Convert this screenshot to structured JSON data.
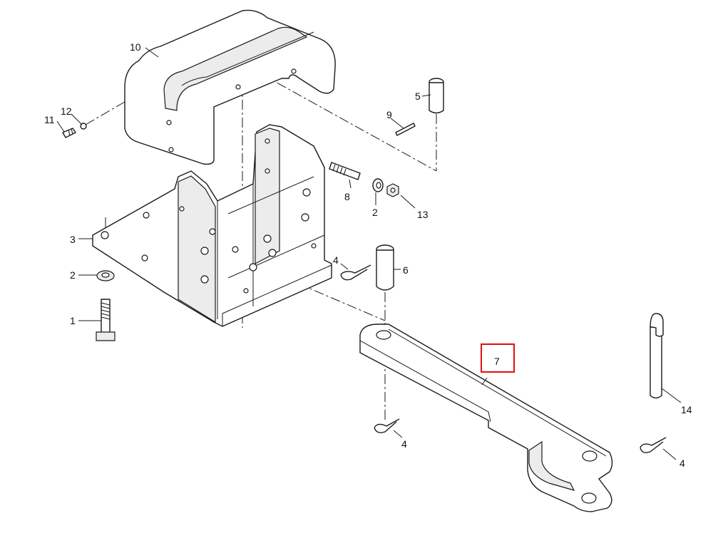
{
  "diagram": {
    "callouts": {
      "c1": "1",
      "c2a": "2",
      "c2b": "2",
      "c3": "3",
      "c4a": "4",
      "c4b": "4",
      "c4c": "4",
      "c5": "5",
      "c6": "6",
      "c7": "7",
      "c8": "8",
      "c9": "9",
      "c10": "10",
      "c11": "11",
      "c12": "12",
      "c13": "13",
      "c14": "14"
    },
    "highlighted_part": "7",
    "highlight_color": "#e01010"
  }
}
